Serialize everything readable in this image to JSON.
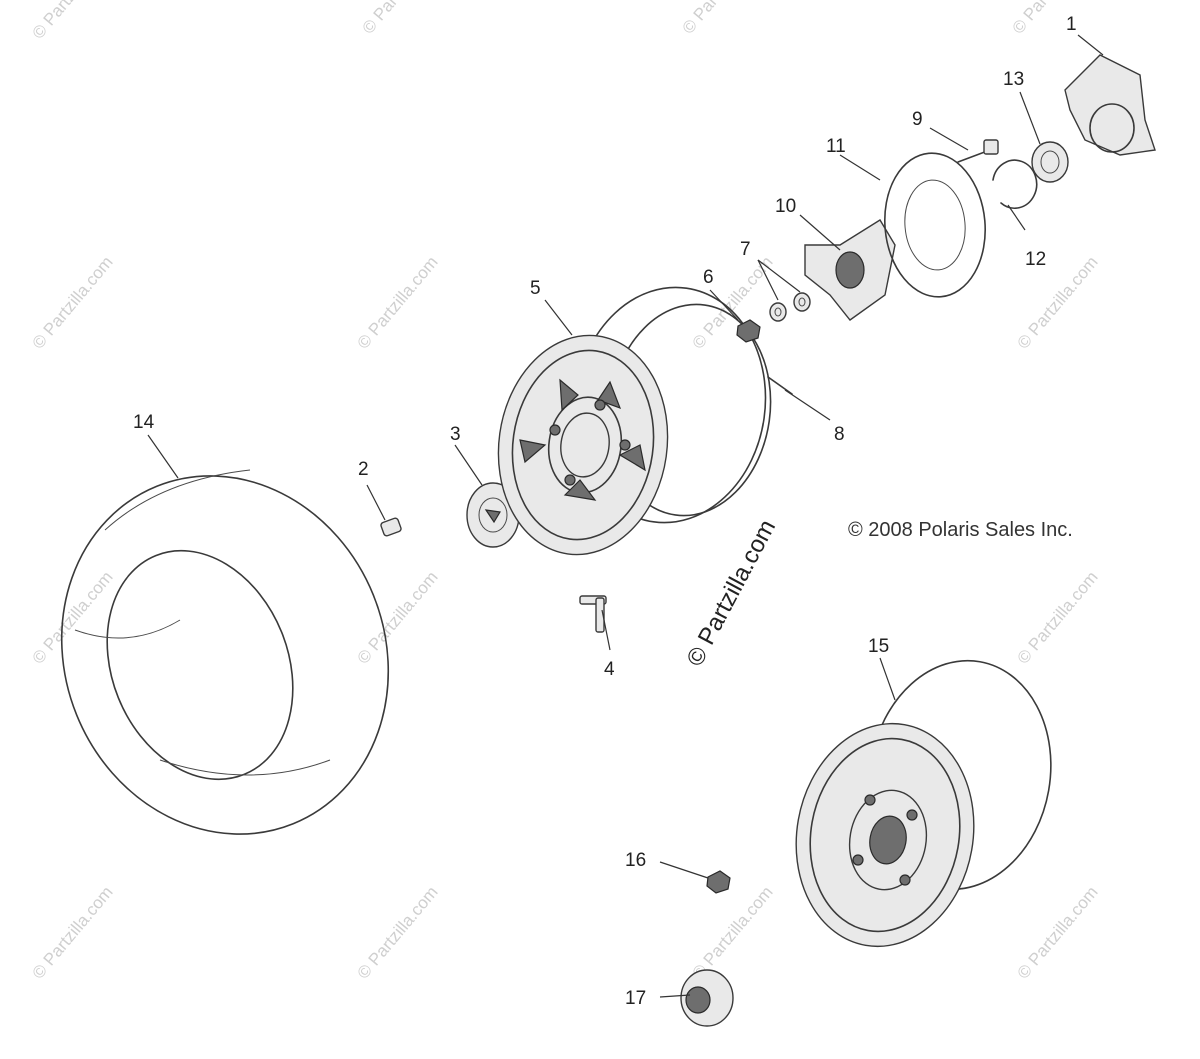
{
  "diagram": {
    "copyright": "© 2008 Polaris Sales Inc.",
    "center_watermark": "© Partzilla.com",
    "watermark": "© Partzilla.com",
    "callouts": [
      "1",
      "2",
      "3",
      "4",
      "5",
      "6",
      "7",
      "8",
      "9",
      "10",
      "11",
      "12",
      "13",
      "14",
      "15",
      "16",
      "17"
    ],
    "parts": [
      "knuckle",
      "valve-stem",
      "center-cap",
      "lug-stud",
      "front-wheel",
      "lug-nut",
      "washers",
      "cotter-pin",
      "bolt",
      "hub",
      "brake-disc",
      "retaining-ring",
      "bearing",
      "tire",
      "rear-wheel",
      "wheel-nut",
      "hub-cap"
    ]
  }
}
